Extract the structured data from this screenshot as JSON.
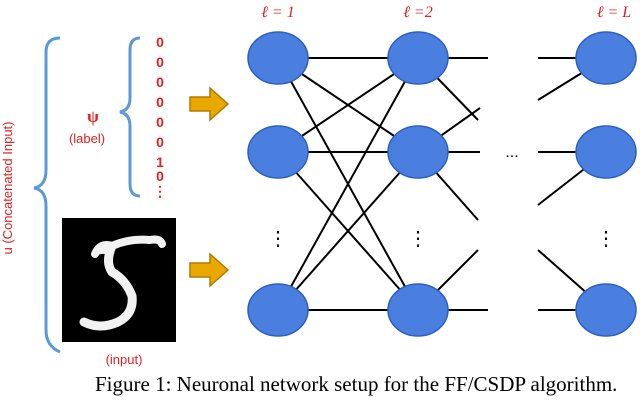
{
  "layers": {
    "first": "ℓ = 1",
    "second": "ℓ =2",
    "last": "ℓ = L"
  },
  "input_side": {
    "concat_label": "u (Concatenated Input)",
    "label_symbol": "ψ",
    "label_text": "(label)",
    "label_bits": [
      "0",
      "0",
      "0",
      "0",
      "0",
      "0",
      "1",
      "0",
      "⋮"
    ],
    "input_text": "(input)"
  },
  "ellipses": {
    "vertical": "⋮",
    "horizontal": "..."
  },
  "caption": "Figure 1: Neuronal network setup for the FF/CSDP algorithm.",
  "colors": {
    "node_fill": "#4a7fe0",
    "node_stroke": "#2d5fbf",
    "bracket": "#5b9bd5",
    "arrow_fill": "#e8a800",
    "arrow_stroke": "#b07a00",
    "label_red": "#e02020"
  },
  "icons": {
    "arrow": "right-arrow-icon",
    "digit_image": "handwritten-digit-five"
  }
}
